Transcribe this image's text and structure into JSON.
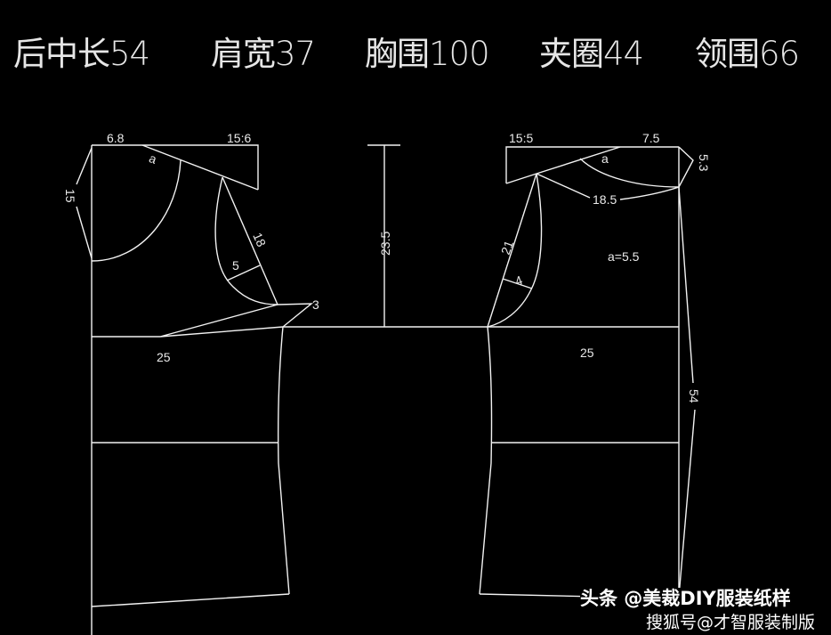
{
  "header": {
    "items": [
      "后中长54",
      "肩宽37",
      "胸围100",
      "夹圈44",
      "领围66"
    ]
  },
  "back_piece": {
    "neck_width": "6.8",
    "shoulder_ratio": "15:6",
    "neck_depth": "15",
    "neck_angle": "a",
    "armhole_line": "18",
    "armhole_depth": "5",
    "side_extension": "3",
    "chest": "25"
  },
  "center": {
    "armhole_depth_total": "23.5"
  },
  "front_piece": {
    "shoulder_ratio": "15:5",
    "neck_width": "7.5",
    "neck_drop": "5.3",
    "neck_angle": "a",
    "shoulder_length": "18.5",
    "armhole_line": "21",
    "armhole_depth": "4",
    "a_value": "a=5.5",
    "chest": "25",
    "length": "54"
  },
  "watermarks": {
    "toutiao": "头条 @美裁DIY服装纸样",
    "sohu": "搜狐号@才智服装制版"
  },
  "colors": {
    "background": "#000000",
    "lines": "#f2f2f2"
  }
}
